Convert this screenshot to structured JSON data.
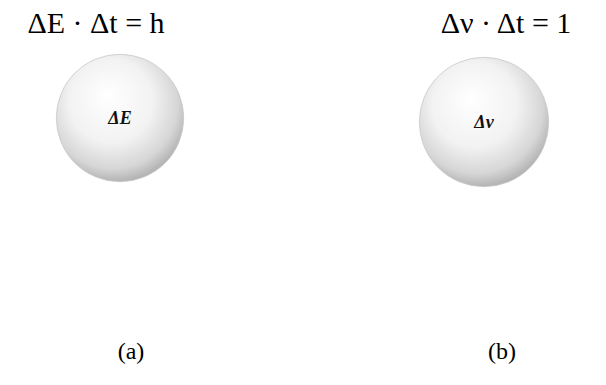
{
  "diagram": {
    "nodes": [
      {
        "text": [
          "ΔE"
        ]
      },
      {
        "text": [
          "Δν"
        ]
      }
    ],
    "labels": [
      "ΔE · Δt = h",
      "Δν · Δt = 1",
      "(a)",
      "(b)"
    ]
  }
}
